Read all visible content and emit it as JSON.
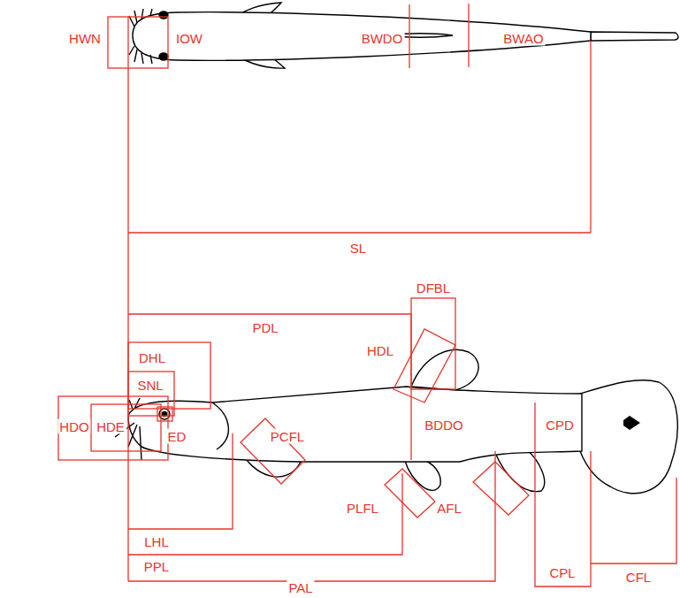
{
  "diagram": {
    "labels": [
      "HWN",
      "IOW",
      "BWDO",
      "BWAO",
      "SL",
      "PDL",
      "DFBL",
      "HDL",
      "DHL",
      "SNL",
      "HDO",
      "HDE",
      "ED",
      "PCFL",
      "BDDO",
      "CPD",
      "PLFL",
      "AFL",
      "LHL",
      "PPL",
      "CFL",
      "CPL",
      "PAL"
    ]
  }
}
